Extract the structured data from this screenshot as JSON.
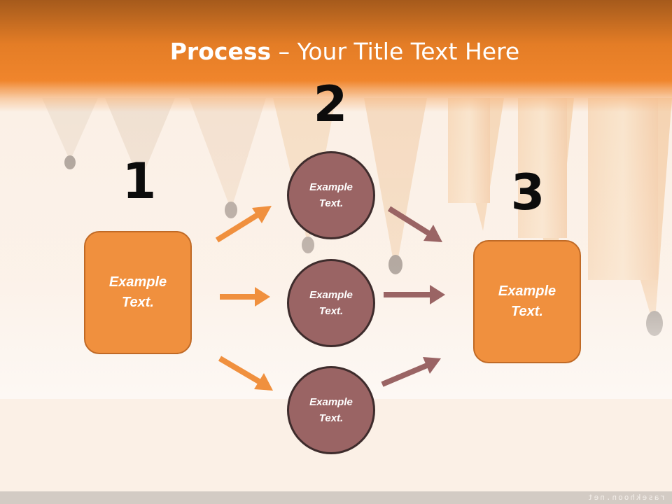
{
  "slide": {
    "title_bold": "Process",
    "title_rest": " – Your Title Text Here",
    "watermark": "rasekhoon.net"
  },
  "steps": [
    {
      "number": "1",
      "text": "Example Text."
    },
    {
      "number": "2",
      "items": [
        "Example Text.",
        "Example Text.",
        "Example Text."
      ]
    },
    {
      "number": "3",
      "text": "Example Text."
    }
  ],
  "colors": {
    "header_orange": "#f0852c",
    "box_fill": "#f0903e",
    "box_border": "#c06a26",
    "circle_fill": "#9a6464",
    "circle_border": "#3e2c2c",
    "arrow_orange": "#f0903e",
    "arrow_mauve": "#9a6464"
  }
}
